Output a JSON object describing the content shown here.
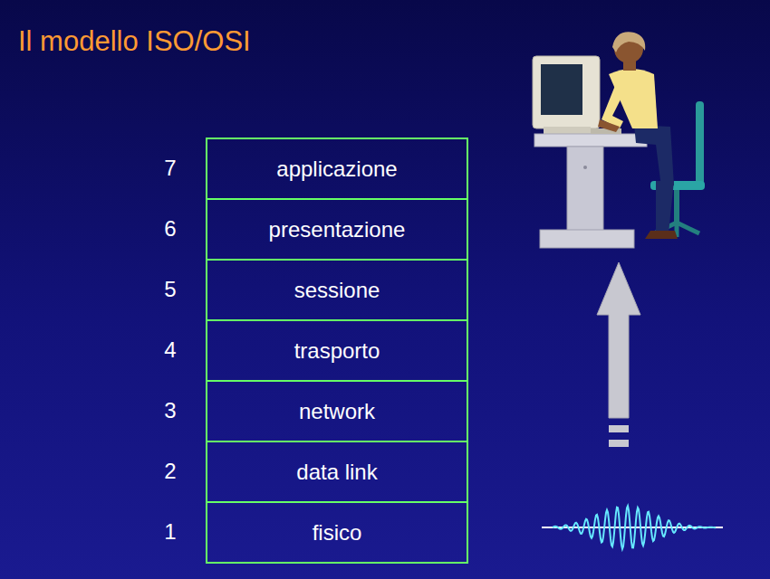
{
  "diagram": {
    "title": "Il modello ISO/OSI",
    "nodes": [
      {
        "text": [
          "applicazione"
        ]
      },
      {
        "text": [
          "presentazione"
        ]
      },
      {
        "text": [
          "sessione"
        ]
      },
      {
        "text": [
          "trasporto"
        ]
      },
      {
        "text": [
          "network"
        ]
      },
      {
        "text": [
          "data link"
        ]
      },
      {
        "text": [
          "fisico"
        ]
      }
    ],
    "labels": [
      "7",
      "6",
      "5",
      "4",
      "3",
      "2",
      "1"
    ]
  }
}
